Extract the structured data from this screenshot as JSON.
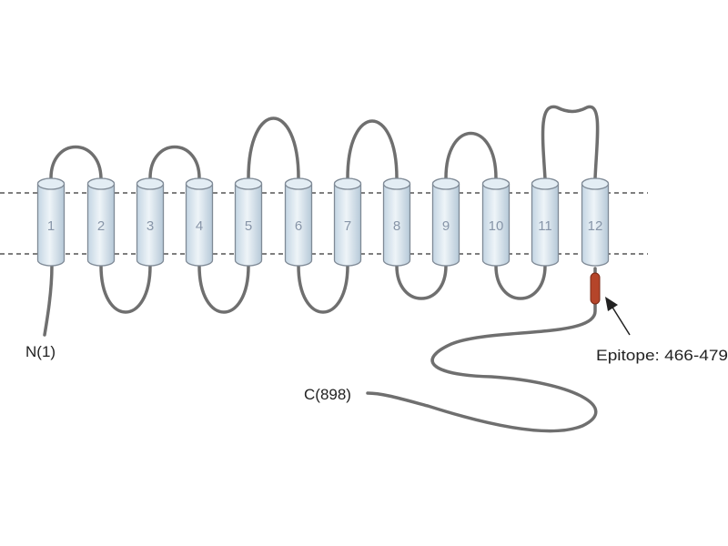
{
  "helices": [
    {
      "label": "1"
    },
    {
      "label": "2"
    },
    {
      "label": "3"
    },
    {
      "label": "4"
    },
    {
      "label": "5"
    },
    {
      "label": "6"
    },
    {
      "label": "7"
    },
    {
      "label": "8"
    },
    {
      "label": "9"
    },
    {
      "label": "10"
    },
    {
      "label": "11"
    },
    {
      "label": "12"
    }
  ],
  "n_terminus": "N(1)",
  "c_terminus": "C(898)",
  "epitope_label": "Epitope: 466-479",
  "colors": {
    "helix_fill": "#d6e4ee",
    "helix_stroke": "#7f8a96",
    "loop": "#6f6f6f",
    "membrane_line": "#333333",
    "epitope": "#b5452a"
  }
}
